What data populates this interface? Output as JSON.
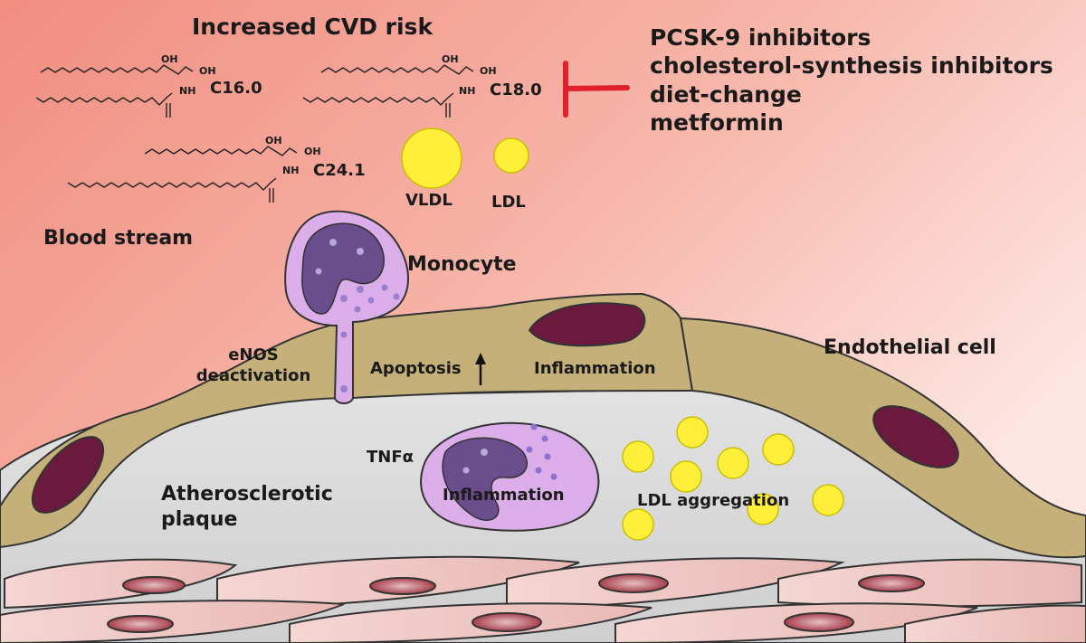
{
  "title": "Increased CVD risk",
  "molecules": [
    {
      "label": "C16.0",
      "oh": "OH",
      "nh": "NH"
    },
    {
      "label": "C18.0",
      "oh": "OH",
      "nh": "NH"
    },
    {
      "label": "C24.1",
      "oh": "OH",
      "nh": "NH"
    }
  ],
  "lipoproteins": {
    "vldl": "VLDL",
    "ldl": "LDL"
  },
  "treatments": [
    "PCSK-9 inhibitors",
    "cholesterol-synthesis inhibitors",
    "diet-change",
    "metformin"
  ],
  "regions": {
    "blood_stream": "Blood stream",
    "monocyte": "Monocyte",
    "endothelial_cell": "Endothelial cell",
    "plaque_line1": "Atherosclerotic",
    "plaque_line2": "plaque"
  },
  "processes": {
    "enos_line1": "eNOS",
    "enos_line2": "deactivation",
    "apoptosis": "Apoptosis",
    "inflammation_endothelium": "Inflammation",
    "tnf": "TNFα",
    "inflammation_plaque": "Inflammation",
    "ldl_aggregation": "LDL aggregation"
  },
  "colors": {
    "blood_top": "#f19a8c",
    "blood_bottom": "#fde6e2",
    "endothelium": "#c5b07a",
    "nucleus": "#6b1a3e",
    "plaque": "#d9d9d9",
    "monocyte_body": "#dcaee9",
    "monocyte_nucleus": "#6a4d8c",
    "ldl": "#ffef3a",
    "inhibit": "#e0202a"
  }
}
